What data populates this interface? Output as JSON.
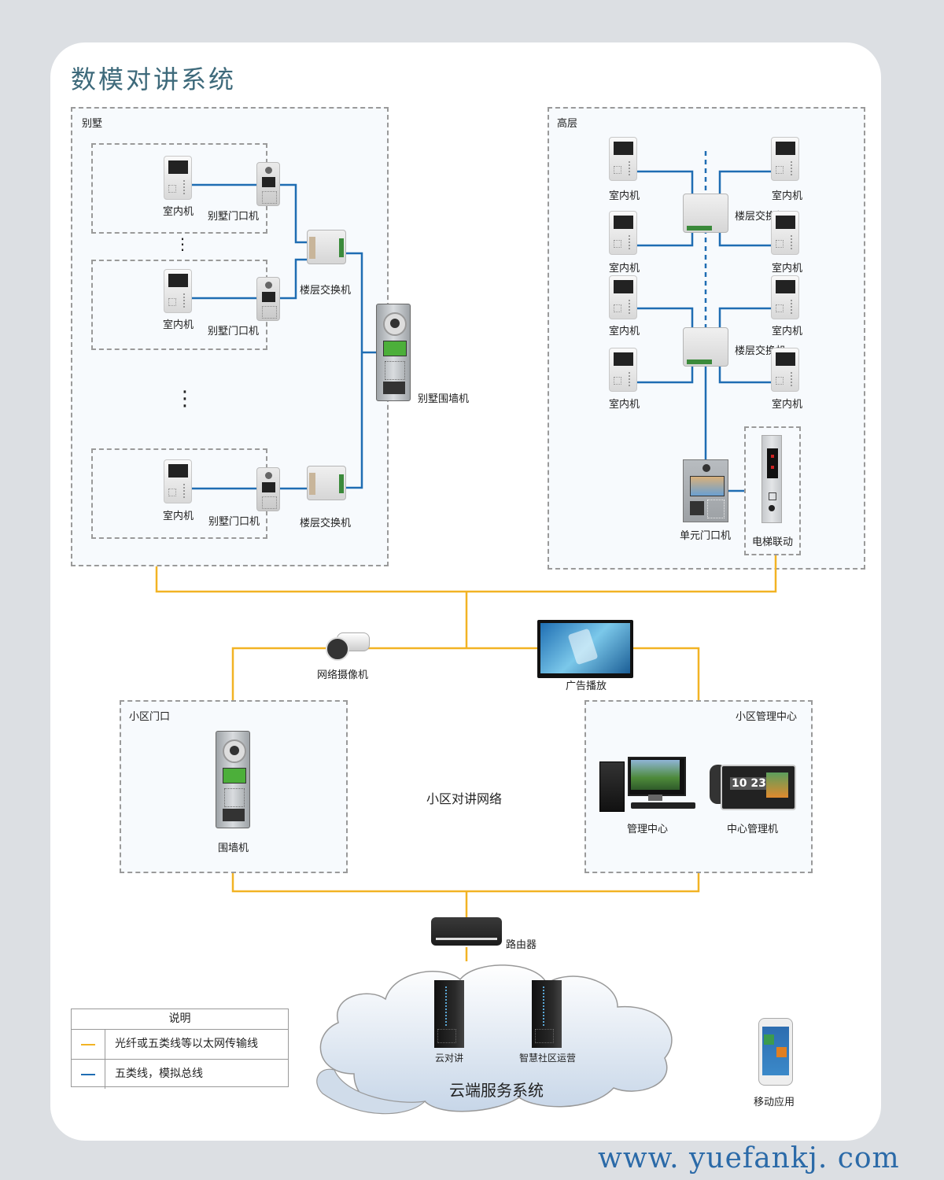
{
  "title": "数模对讲系统",
  "colors": {
    "ethernet_line": "#f2b324",
    "bus_line": "#1f6db3",
    "title": "#3e6a7b",
    "url": "#2b6aa8"
  },
  "villa": {
    "zone_label": "别墅",
    "indoor_label": "室内机",
    "villa_door_label": "别墅门口机",
    "floor_switch_label": "楼层交换机",
    "ellipsis": "⋮",
    "wall_unit_label": "别墅围墙机"
  },
  "highrise": {
    "zone_label": "高层",
    "indoor_label": "室内机",
    "floor_switch_label": "楼层交换机",
    "unit_door_label": "单元门口机",
    "elevator_label": "电梯联动"
  },
  "network": {
    "ip_camera_label": "网络摄像机",
    "ad_display_label": "广告播放",
    "center_label": "小区对讲网络"
  },
  "gate": {
    "zone_label": "小区门口",
    "wall_unit_label": "围墙机"
  },
  "mgmt": {
    "zone_label": "小区管理中心",
    "pc_label": "管理中心",
    "cmu_label": "中心管理机",
    "cmu_clock": "10 23"
  },
  "router_label": "路由器",
  "cloud": {
    "server1_label": "云对讲",
    "server2_label": "智慧社区运营",
    "title": "云端服务系统"
  },
  "mobile_label": "移动应用",
  "legend": {
    "header": "说明",
    "items": [
      {
        "label": "光纤或五类线等以太网传输线",
        "color": "#f2b324"
      },
      {
        "label": "五类线，模拟总线",
        "color": "#1f6db3"
      }
    ]
  },
  "website": "www. yuefankj. com"
}
